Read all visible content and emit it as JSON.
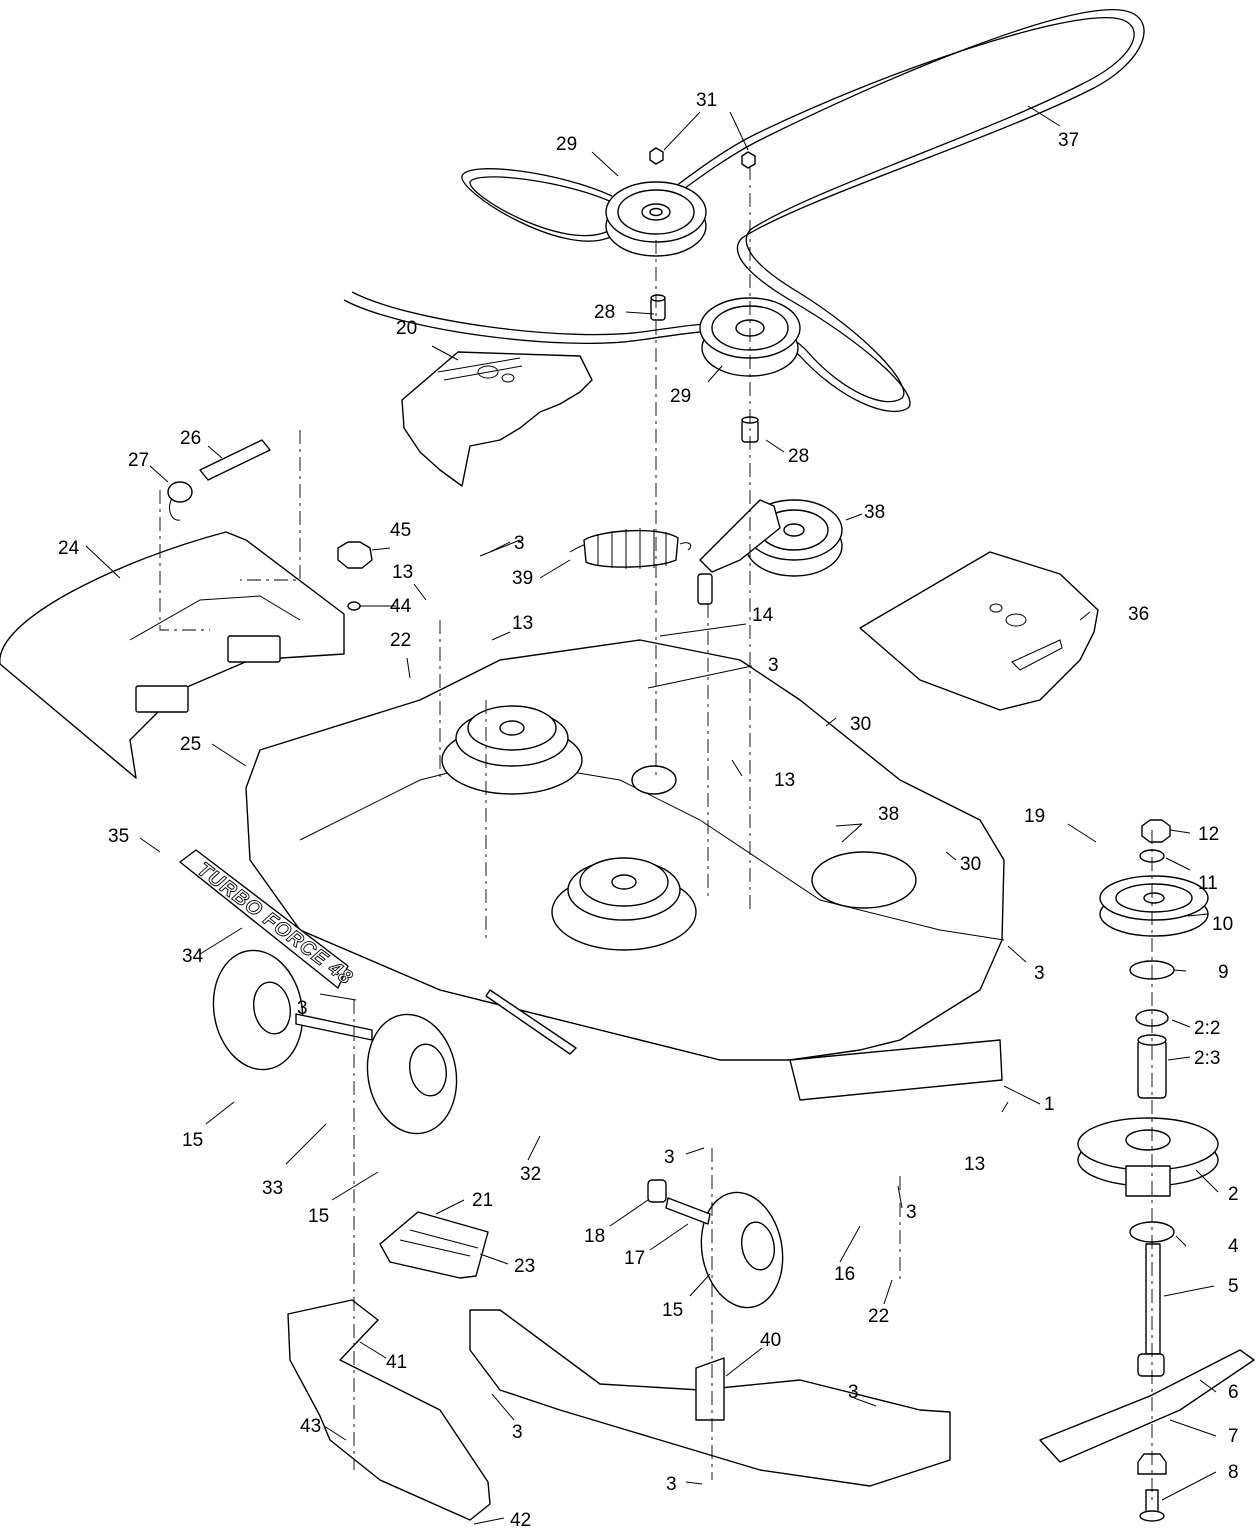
{
  "diagram": {
    "decal_text": "TURBO FORCE 48",
    "callouts": [
      {
        "id": "c1",
        "label": "1"
      },
      {
        "id": "c2",
        "label": "2"
      },
      {
        "id": "c2_2",
        "label": "2:2"
      },
      {
        "id": "c2_3",
        "label": "2:3"
      },
      {
        "id": "c3a",
        "label": "3"
      },
      {
        "id": "c3b",
        "label": "3"
      },
      {
        "id": "c3c",
        "label": "3"
      },
      {
        "id": "c3d",
        "label": "3"
      },
      {
        "id": "c3e",
        "label": "3"
      },
      {
        "id": "c3f",
        "label": "3"
      },
      {
        "id": "c3g",
        "label": "3"
      },
      {
        "id": "c3h",
        "label": "3"
      },
      {
        "id": "c3i",
        "label": "3"
      },
      {
        "id": "c4",
        "label": "4"
      },
      {
        "id": "c5",
        "label": "5"
      },
      {
        "id": "c6",
        "label": "6"
      },
      {
        "id": "c7",
        "label": "7"
      },
      {
        "id": "c8",
        "label": "8"
      },
      {
        "id": "c9",
        "label": "9"
      },
      {
        "id": "c10",
        "label": "10"
      },
      {
        "id": "c11",
        "label": "11"
      },
      {
        "id": "c12",
        "label": "12"
      },
      {
        "id": "c13a",
        "label": "13"
      },
      {
        "id": "c13b",
        "label": "13"
      },
      {
        "id": "c13c",
        "label": "13"
      },
      {
        "id": "c13d",
        "label": "13"
      },
      {
        "id": "c14",
        "label": "14"
      },
      {
        "id": "c15a",
        "label": "15"
      },
      {
        "id": "c15b",
        "label": "15"
      },
      {
        "id": "c15c",
        "label": "15"
      },
      {
        "id": "c16",
        "label": "16"
      },
      {
        "id": "c17",
        "label": "17"
      },
      {
        "id": "c18",
        "label": "18"
      },
      {
        "id": "c19",
        "label": "19"
      },
      {
        "id": "c20",
        "label": "20"
      },
      {
        "id": "c21",
        "label": "21"
      },
      {
        "id": "c22a",
        "label": "22"
      },
      {
        "id": "c22b",
        "label": "22"
      },
      {
        "id": "c23",
        "label": "23"
      },
      {
        "id": "c24",
        "label": "24"
      },
      {
        "id": "c25",
        "label": "25"
      },
      {
        "id": "c26",
        "label": "26"
      },
      {
        "id": "c27",
        "label": "27"
      },
      {
        "id": "c28a",
        "label": "28"
      },
      {
        "id": "c28b",
        "label": "28"
      },
      {
        "id": "c29a",
        "label": "29"
      },
      {
        "id": "c29b",
        "label": "29"
      },
      {
        "id": "c30a",
        "label": "30"
      },
      {
        "id": "c30b",
        "label": "30"
      },
      {
        "id": "c31",
        "label": "31"
      },
      {
        "id": "c32",
        "label": "32"
      },
      {
        "id": "c33",
        "label": "33"
      },
      {
        "id": "c34",
        "label": "34"
      },
      {
        "id": "c35",
        "label": "35"
      },
      {
        "id": "c36",
        "label": "36"
      },
      {
        "id": "c37",
        "label": "37"
      },
      {
        "id": "c38a",
        "label": "38"
      },
      {
        "id": "c38b",
        "label": "38"
      },
      {
        "id": "c39",
        "label": "39"
      },
      {
        "id": "c40",
        "label": "40"
      },
      {
        "id": "c41",
        "label": "41"
      },
      {
        "id": "c42",
        "label": "42"
      },
      {
        "id": "c43",
        "label": "43"
      },
      {
        "id": "c44",
        "label": "44"
      },
      {
        "id": "c45",
        "label": "45"
      }
    ]
  }
}
